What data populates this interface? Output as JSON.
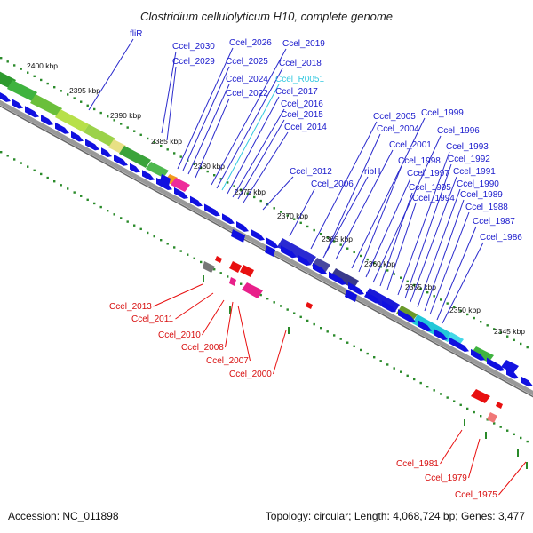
{
  "title": "Clostridium cellulolyticum H10, complete genome",
  "footer": {
    "accession": "Accession: NC_011898",
    "summary": "Topology: circular; Length: 4,068,724 bp; Genes: 3,477"
  },
  "kbp_labels": [
    "2400 kbp",
    "2395 kbp",
    "2390 kbp",
    "2385 kbp",
    "2380 kbp",
    "2375 kbp",
    "2370 kbp",
    "2365 kbp",
    "2360 kbp",
    "2355 kbp",
    "2350 kbp",
    "2345 kbp"
  ],
  "forward_labels": [
    "fliR",
    "Ccel_2030",
    "Ccel_2029",
    "Ccel_2026",
    "Ccel_2025",
    "Ccel_2024",
    "Ccel_2022",
    "Ccel_2019",
    "Ccel_2018",
    "Ccel_R0051",
    "Ccel_2017",
    "Ccel_2016",
    "Ccel_2015",
    "Ccel_2014",
    "Ccel_2012",
    "Ccel_2006",
    "ribH",
    "Ccel_2005",
    "Ccel_2004",
    "Ccel_2001",
    "Ccel_1999",
    "Ccel_1998",
    "Ccel_1997",
    "Ccel_1996",
    "Ccel_1995",
    "Ccel_1994",
    "Ccel_1993",
    "Ccel_1992",
    "Ccel_1991",
    "Ccel_1990",
    "Ccel_1989",
    "Ccel_1988",
    "Ccel_1987",
    "Ccel_1986"
  ],
  "reverse_labels": [
    "Ccel_2013",
    "Ccel_2011",
    "Ccel_2010",
    "Ccel_2008",
    "Ccel_2007",
    "Ccel_2000",
    "Ccel_1981",
    "Ccel_1979",
    "Ccel_1975"
  ],
  "colors": {
    "gene_blue": "#1010e0",
    "reverse_red": "#e81010",
    "backbone": "#888888",
    "tick_green": "#2a8a2a",
    "label_blue": "#1a1acc",
    "label_red": "#d81010",
    "label_cyan": "#33c8e0"
  }
}
